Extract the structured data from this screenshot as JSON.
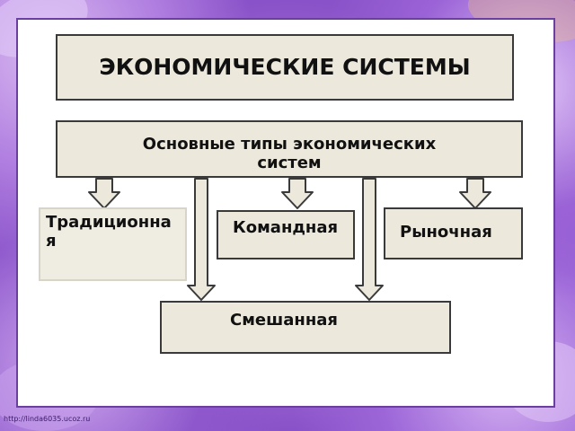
{
  "title": "ЭКОНОМИЧЕСКИЕ СИСТЕМЫ",
  "types_heading": "Основные типы экономических систем",
  "types": {
    "traditional": "Традиционная",
    "command": "Командная",
    "market": "Рыночная",
    "mixed": "Смешанная"
  },
  "credit": "http://linda6035.ucoz.ru",
  "colors": {
    "box_fill": "#ece8dc",
    "box_border": "#3a3a3a",
    "background": "#9a66d4"
  }
}
